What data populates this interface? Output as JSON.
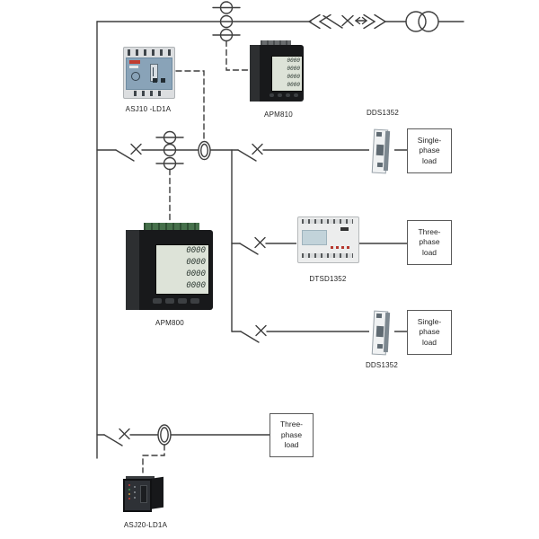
{
  "colors": {
    "line": "#3d3d3d",
    "load_box_border": "#595959",
    "label_text": "#1f1f1f",
    "lcd_background": "#dde3d8",
    "asj10_panel": "#89a3b8",
    "red_terminal": "#b5382e"
  },
  "devices": [
    {
      "label": "ASJ10 -LD1A"
    },
    {
      "label": "APM810",
      "lcd_rows": [
        "0000",
        "0000",
        "0000",
        "0000"
      ]
    },
    {
      "label": "DDS1352"
    },
    {
      "label": "APM800",
      "lcd_rows": [
        "0000",
        "0000",
        "0000",
        "0000"
      ]
    },
    {
      "label": "DTSD1352"
    },
    {
      "label": "DDS1352"
    },
    {
      "label": "ASJ20-LD1A"
    }
  ],
  "loads": [
    {
      "lines": [
        "Single-phase",
        "load"
      ]
    },
    {
      "lines": [
        "Three-phase",
        "load"
      ]
    },
    {
      "lines": [
        "Single-phase",
        "load"
      ]
    },
    {
      "lines": [
        "Three-phase",
        "load"
      ]
    }
  ]
}
